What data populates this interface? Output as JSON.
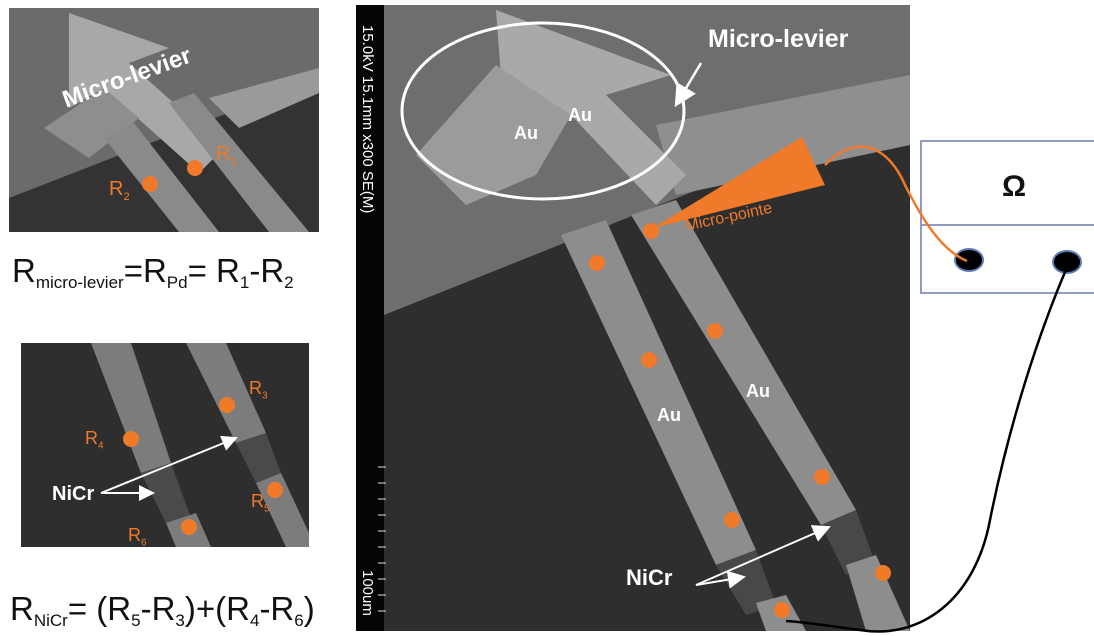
{
  "left_top": {
    "label": "Micro-levier",
    "r1": "R",
    "r1_sub": "1",
    "r2": "R",
    "r2_sub": "2"
  },
  "formula1": {
    "r": "R",
    "sub1": "micro-levier",
    "eq1": "=R",
    "sub2": "Pd",
    "eq2": "= R",
    "sub3": "1",
    "minus": "-R",
    "sub4": "2"
  },
  "left_bottom": {
    "r3": "R",
    "r3_sub": "3",
    "r4": "R",
    "r4_sub": "4",
    "r5": "R",
    "r5_sub": "5",
    "r6": "R",
    "r6_sub": "6",
    "nicr": "NiCr"
  },
  "formula2": {
    "r": "R",
    "sub1": "NiCr",
    "eq": "= (R",
    "s5": "5",
    "m1": "-R",
    "s3": "3",
    "mid": ")+(R",
    "s4": "4",
    "m2": "-R",
    "s6": "6",
    "end": ")"
  },
  "main": {
    "sem_info": "15.0kV 15.1mm x300 SE(M)",
    "scale_label": "100um",
    "micro_levier": "Micro-levier",
    "au1": "Au",
    "au2": "Au",
    "au3": "Au",
    "au4": "Au",
    "micro_pointe": "Micro-pointe",
    "nicr": "NiCr"
  },
  "ohmmeter": {
    "symbol": "Ω"
  },
  "colors": {
    "accent": "#f07a2a",
    "ohm_border": "#8e9bbf"
  }
}
